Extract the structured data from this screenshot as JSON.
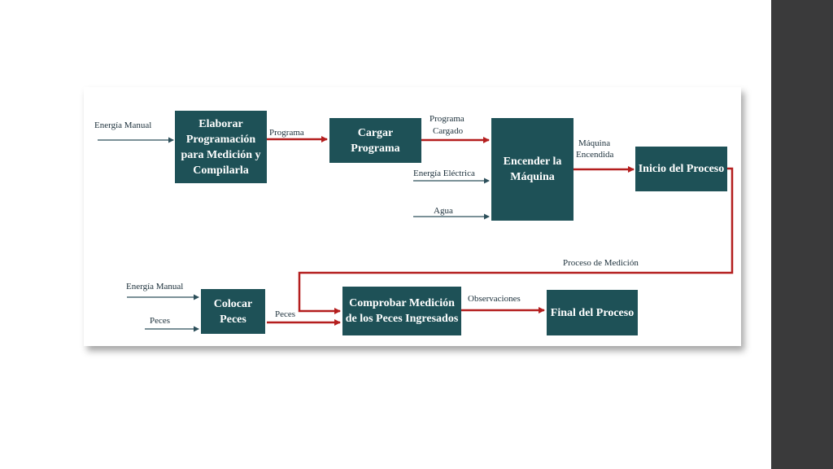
{
  "boxes": {
    "elaborar": "Elaborar Programación para Medición y Compilarla",
    "cargar": "Cargar Programa",
    "encender": "Encender la Máquina",
    "inicio": "Inicio del Proceso",
    "colocar": "Colocar Peces",
    "comprobar": "Comprobar Medición de los Peces Ingresados",
    "final": "Final del Proceso"
  },
  "labels": {
    "energia_manual_1": "Energía Manual",
    "programa": "Programa",
    "programa_cargado_1": "Programa",
    "programa_cargado_2": "Cargado",
    "energia_electrica": "Energía Eléctrica",
    "agua": "Agua",
    "maquina_encendida_1": "Máquina",
    "maquina_encendida_2": "Encendida",
    "proceso_medicion": "Proceso de Medición",
    "energia_manual_2": "Energía Manual",
    "peces_in": "Peces",
    "peces_out": "Peces",
    "observaciones": "Observaciones"
  },
  "colors": {
    "box": "#1e5157",
    "input_arrow": "#2c4f5a",
    "flow_arrow": "#b41e1e",
    "sidebar": "#3a3a3b"
  }
}
